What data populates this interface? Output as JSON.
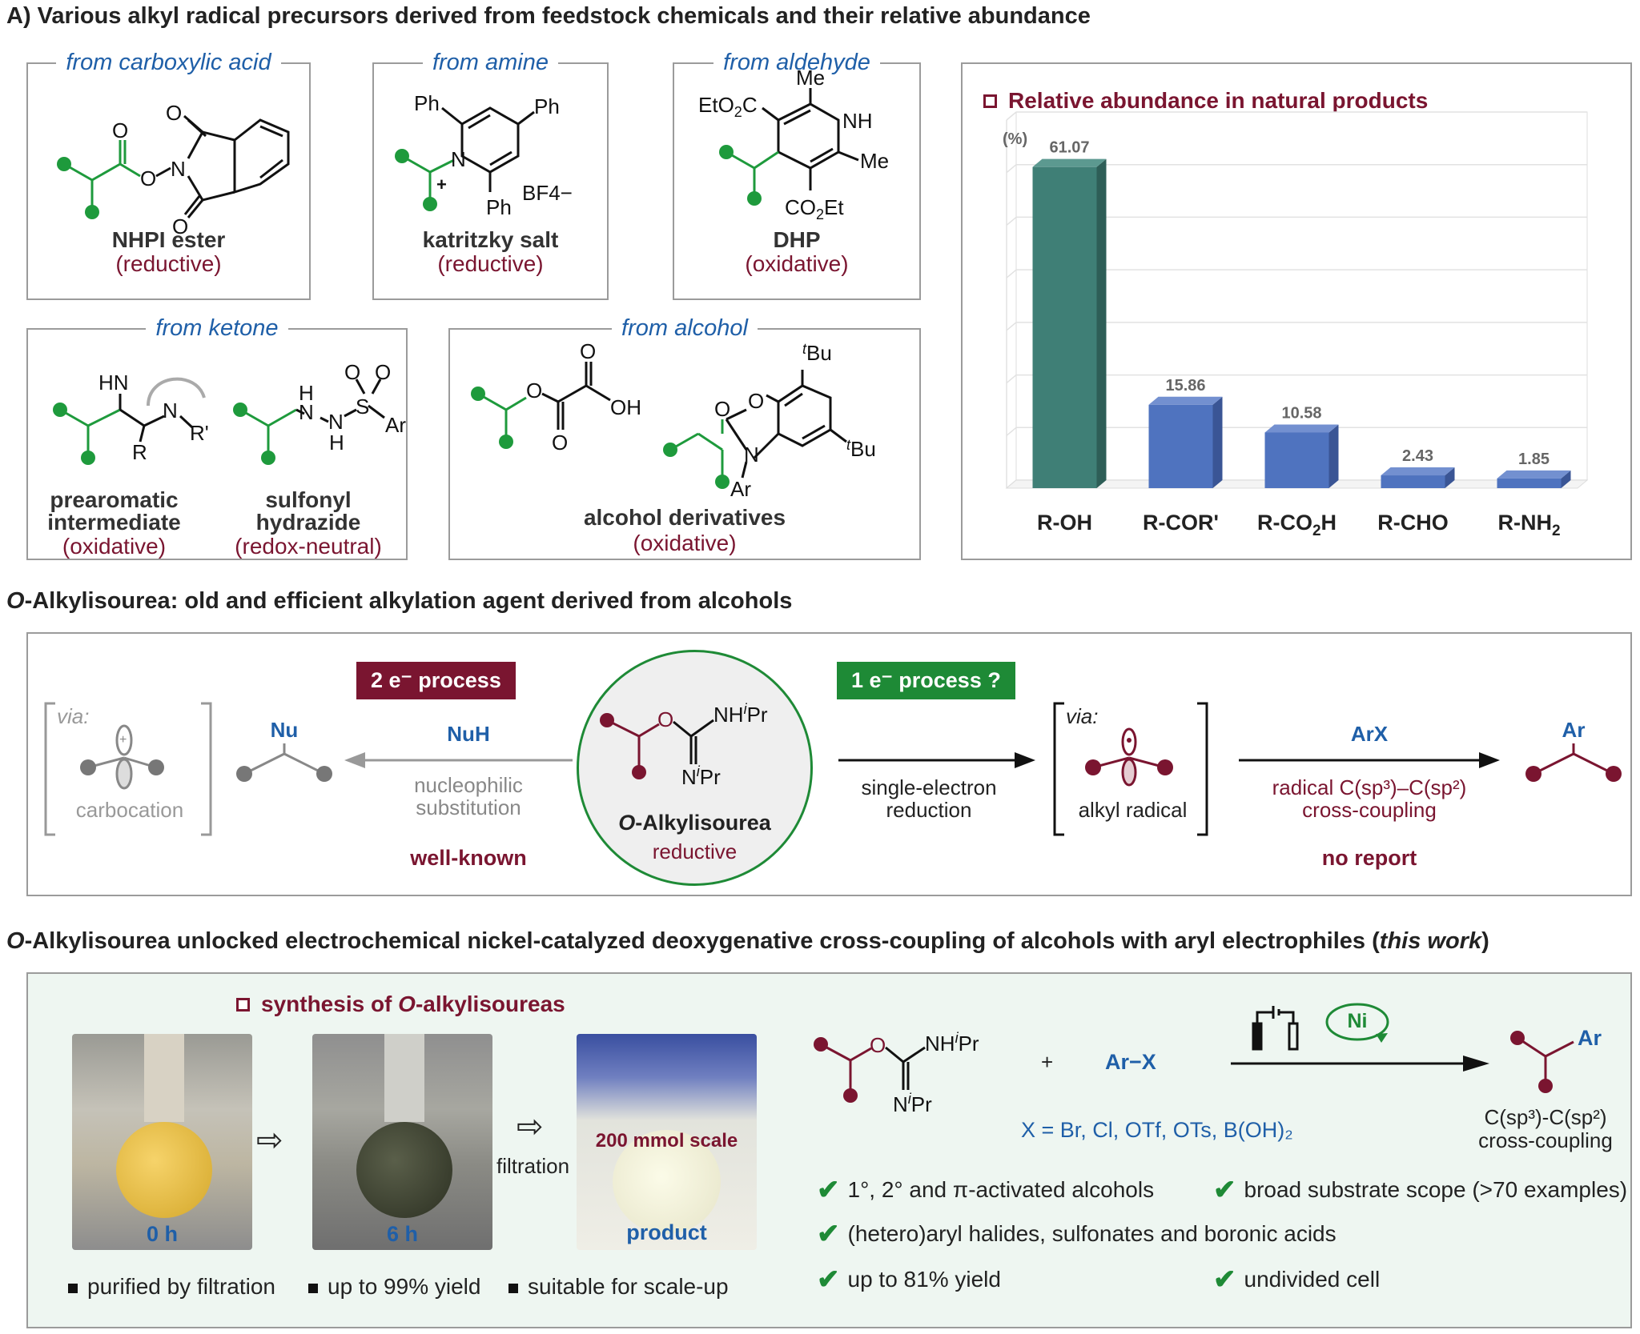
{
  "sectionA": {
    "title": "A) Various alkyl radical precursors derived from feedstock chemicals and their relative abundance",
    "boxes": {
      "nhpi": {
        "source": "from carboxylic acid",
        "name": "NHPI ester",
        "type": "(reductive)"
      },
      "katritzky": {
        "source": "from amine",
        "name": "katritzky salt",
        "type": "(reductive)",
        "counterion": "BF4−"
      },
      "dhp": {
        "source": "from aldehyde",
        "name": "DHP",
        "type": "(oxidative)"
      },
      "ketone": {
        "source": "from ketone",
        "name1": "prearomatic",
        "name1b": "intermediate",
        "type1": "(oxidative)",
        "name2": "sulfonyl",
        "name2b": "hydrazide",
        "type2": "(redox-neutral)"
      },
      "alcohol": {
        "source": "from alcohol",
        "name": "alcohol derivatives",
        "type": "(oxidative)"
      }
    }
  },
  "chart_data": {
    "type": "bar",
    "title": "Relative abundance in natural products",
    "ylabel": "(%)",
    "categories": [
      "R-OH",
      "R-COR'",
      "R-CO2H",
      "R-CHO",
      "R-NH2"
    ],
    "values": [
      61.07,
      15.86,
      10.58,
      2.43,
      1.85
    ],
    "value_labels": [
      "61.07",
      "15.86",
      "10.58",
      "2.43",
      "1.85"
    ],
    "ylim": [
      0,
      70
    ],
    "grid": true,
    "colors": [
      "#3f7f76",
      "#4f73bf",
      "#4f73bf",
      "#4f73bf",
      "#4f73bf"
    ]
  },
  "sectionB": {
    "title_italic": "O",
    "title_rest": "-Alkylisourea: old and efficient alkylation agent derived from alcohols",
    "two_e_tag": "2 e⁻ process",
    "one_e_tag": "1 e⁻ process ?",
    "via_left": "via:",
    "carbocation": "carbocation",
    "nu": "Nu",
    "nuh": "NuH",
    "nuc_sub_1": "nucleophilic",
    "nuc_sub_2": "substitution",
    "well_known": "well-known",
    "center_name_italic": "O",
    "center_name_rest": "-Alkylisourea",
    "center_type": "reductive",
    "ser_1": "single-electron",
    "ser_2": "reduction",
    "via_right": "via:",
    "alkyl_radical": "alkyl radical",
    "arx": "ArX",
    "cc_1": "radical C(sp³)–C(sp²)",
    "cc_2": "cross-coupling",
    "no_report": "no report",
    "ar": "Ar"
  },
  "sectionC": {
    "title_italic": "O",
    "title_rest": "-Alkylisourea unlocked electrochemical nickel-catalyzed deoxygenative cross-coupling of alcohols with aryl electrophiles (",
    "title_this": "this work",
    "title_end": ")",
    "synthesis_pre": "synthesis of ",
    "synthesis_italic": "O",
    "synthesis_post": "-alkylisoureas",
    "photo1_label": "0 h",
    "photo2_label": "6 h",
    "filtration": "filtration",
    "scale": "200 mmol scale",
    "product": "product",
    "bullets": [
      "purified by filtration",
      "up to 99% yield",
      "suitable for scale-up"
    ],
    "plus": "+",
    "arx": "Ar−X",
    "ni": "Ni",
    "x_list": "X = Br, Cl, OTf, OTs, B(OH)₂",
    "prod_ar": "Ar",
    "prod_label_1": "C(sp³)-C(sp²)",
    "prod_label_2": "cross-coupling",
    "checks": [
      "1°, 2° and π-activated alcohols",
      "broad substrate scope (>70 examples)",
      "(hetero)aryl halides, sulfonates and boronic acids",
      "up to 81% yield",
      "undivided cell"
    ]
  }
}
